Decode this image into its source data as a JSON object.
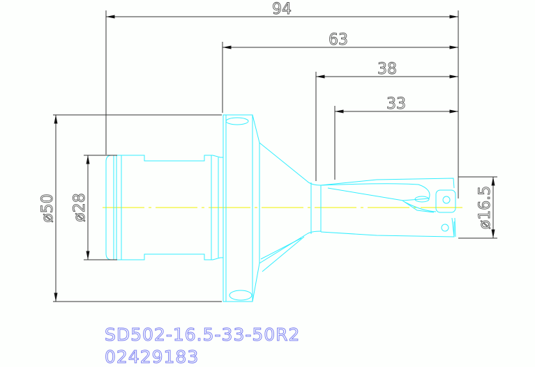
{
  "dimensions": {
    "overall_length": "94",
    "flange_to_tip": "63",
    "neck_to_tip": "38",
    "flute_length": "33",
    "flange_diameter": "ø50",
    "shank_diameter": "ø28",
    "drill_diameter": "ø16.5"
  },
  "part": {
    "designation": "SD502-16.5-33-50R2",
    "code": "02429183"
  },
  "colors": {
    "outline": "#33eeff",
    "centerline": "#f0f000",
    "dimension": "#333333",
    "text": "#7b7ff2"
  }
}
